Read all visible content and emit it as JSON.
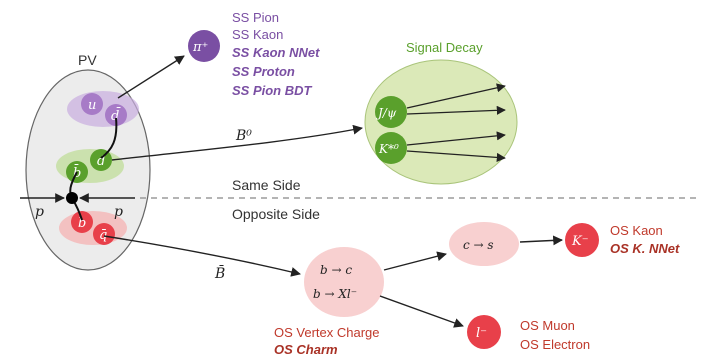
{
  "title": "",
  "colors": {
    "purple": "#7a4fa3",
    "purple_fill": "#a77bc7",
    "green_fill": "#5aa02c",
    "green_bg": "#dbe9b8",
    "red_text": "#c0392b",
    "red_dark": "#a93226",
    "red_fill": "#e8404a",
    "pink_fill": "#f8d0d0",
    "gray_text": "#555555"
  },
  "pv": {
    "label": "PV"
  },
  "quarks": {
    "u": "u",
    "dbar": "d̄",
    "bbar": "b̄",
    "d": "d",
    "b": "b",
    "qbar": "q̄"
  },
  "beam": {
    "left": "p",
    "right": "p"
  },
  "pion_node": {
    "label": "π⁺"
  },
  "ss_taggers": {
    "plain": [
      "SS Pion",
      "SS Kaon"
    ],
    "bold": [
      "SS Kaon NNet",
      "SS Proton",
      "SS Pion BDT"
    ]
  },
  "signal": {
    "title": "Signal Decay",
    "jpsi": "J/ψ",
    "kstar": "K*⁰"
  },
  "b0_label": "B⁰",
  "bbar_label": "B̄",
  "sides": {
    "same": "Same Side",
    "opposite": "Opposite Side"
  },
  "os_vertex": {
    "line1": "b → c",
    "line2": "b → Xl⁻"
  },
  "cs_node": {
    "label": "c → s"
  },
  "kminus_node": {
    "label": "K⁻"
  },
  "lminus_node": {
    "label": "l⁻"
  },
  "os_kaon": {
    "plain": "OS Kaon",
    "bold": "OS K. NNet"
  },
  "os_vertex_labels": {
    "plain": "OS Vertex Charge",
    "bold": "OS Charm"
  },
  "os_lepton": {
    "muon": "OS Muon",
    "electron": "OS Electron"
  }
}
